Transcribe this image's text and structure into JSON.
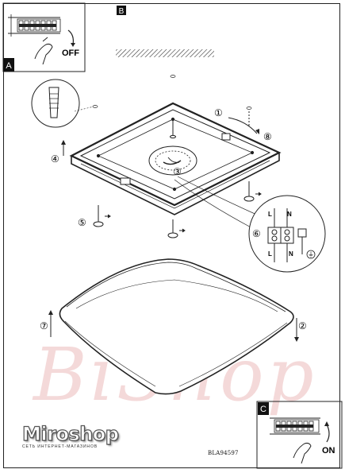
{
  "sections": {
    "a": "A",
    "b": "B",
    "c": "C"
  },
  "switch_labels": {
    "off": "OFF",
    "on": "ON"
  },
  "terminal_labels": {
    "l_top": "L",
    "n_top": "N",
    "l_bottom": "L",
    "n_bottom": "N"
  },
  "steps": {
    "s1": "①",
    "s2": "②",
    "s3": "③",
    "s4": "④",
    "s5": "⑤",
    "s6": "⑥",
    "s7": "⑦",
    "s8": "⑧"
  },
  "ground_symbol": "⏚",
  "product_code": "BLA94597",
  "logo": {
    "name": "Miroshop",
    "tagline": "СЕТЬ ИНТЕРНЕТ-МАГАЗИНОВ"
  },
  "watermark": "BiShop",
  "colors": {
    "line": "#222222",
    "watermark": "#d67878"
  }
}
